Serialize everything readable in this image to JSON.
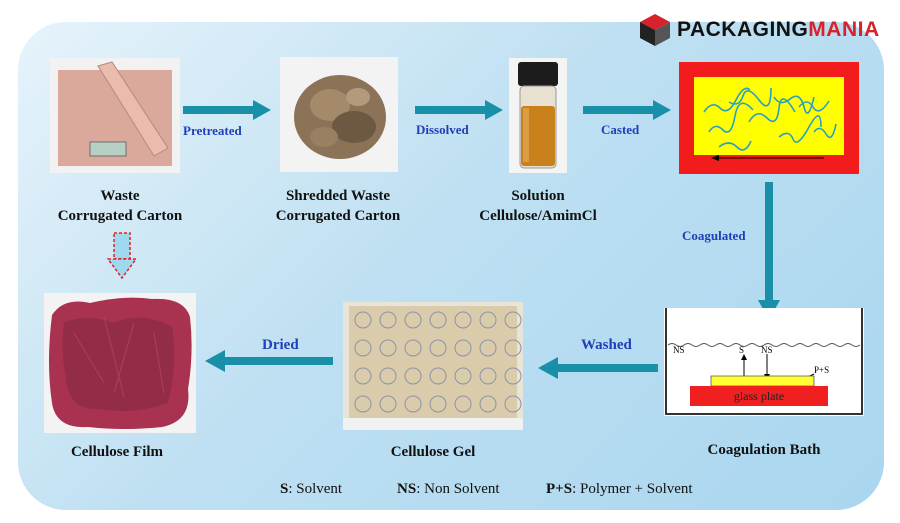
{
  "brand": {
    "part1": "PACKAGING",
    "part2": "MANIA"
  },
  "steps": {
    "waste": {
      "line1": "Waste",
      "line2": "Corrugated Carton"
    },
    "shredded": {
      "line1": "Shredded Waste",
      "line2": "Corrugated Carton"
    },
    "solution": {
      "line1": "Solution",
      "line2": "Cellulose/AmimCl"
    },
    "coag_bath": "Coagulation Bath",
    "gel": "Cellulose Gel",
    "film": "Cellulose Film"
  },
  "arrows": {
    "pretreated": "Pretreated",
    "dissolved": "Dissolved",
    "casted": "Casted",
    "coagulated": "Coagulated",
    "washed": "Washed",
    "dried": "Dried"
  },
  "bath": {
    "ns_left": "NS",
    "s": "S",
    "ns_right": "NS",
    "ps": "P+S",
    "plate": "glass plate"
  },
  "legend": {
    "s_key": "S",
    "s_val": ": Solvent",
    "ns_key": "NS",
    "ns_val": ": Non Solvent",
    "ps_key": "P+S",
    "ps_val": ": Polymer + Solvent"
  },
  "colors": {
    "arrow": "#1a8fa8",
    "label": "#1f3fb8",
    "logo_red": "#d8222a"
  }
}
